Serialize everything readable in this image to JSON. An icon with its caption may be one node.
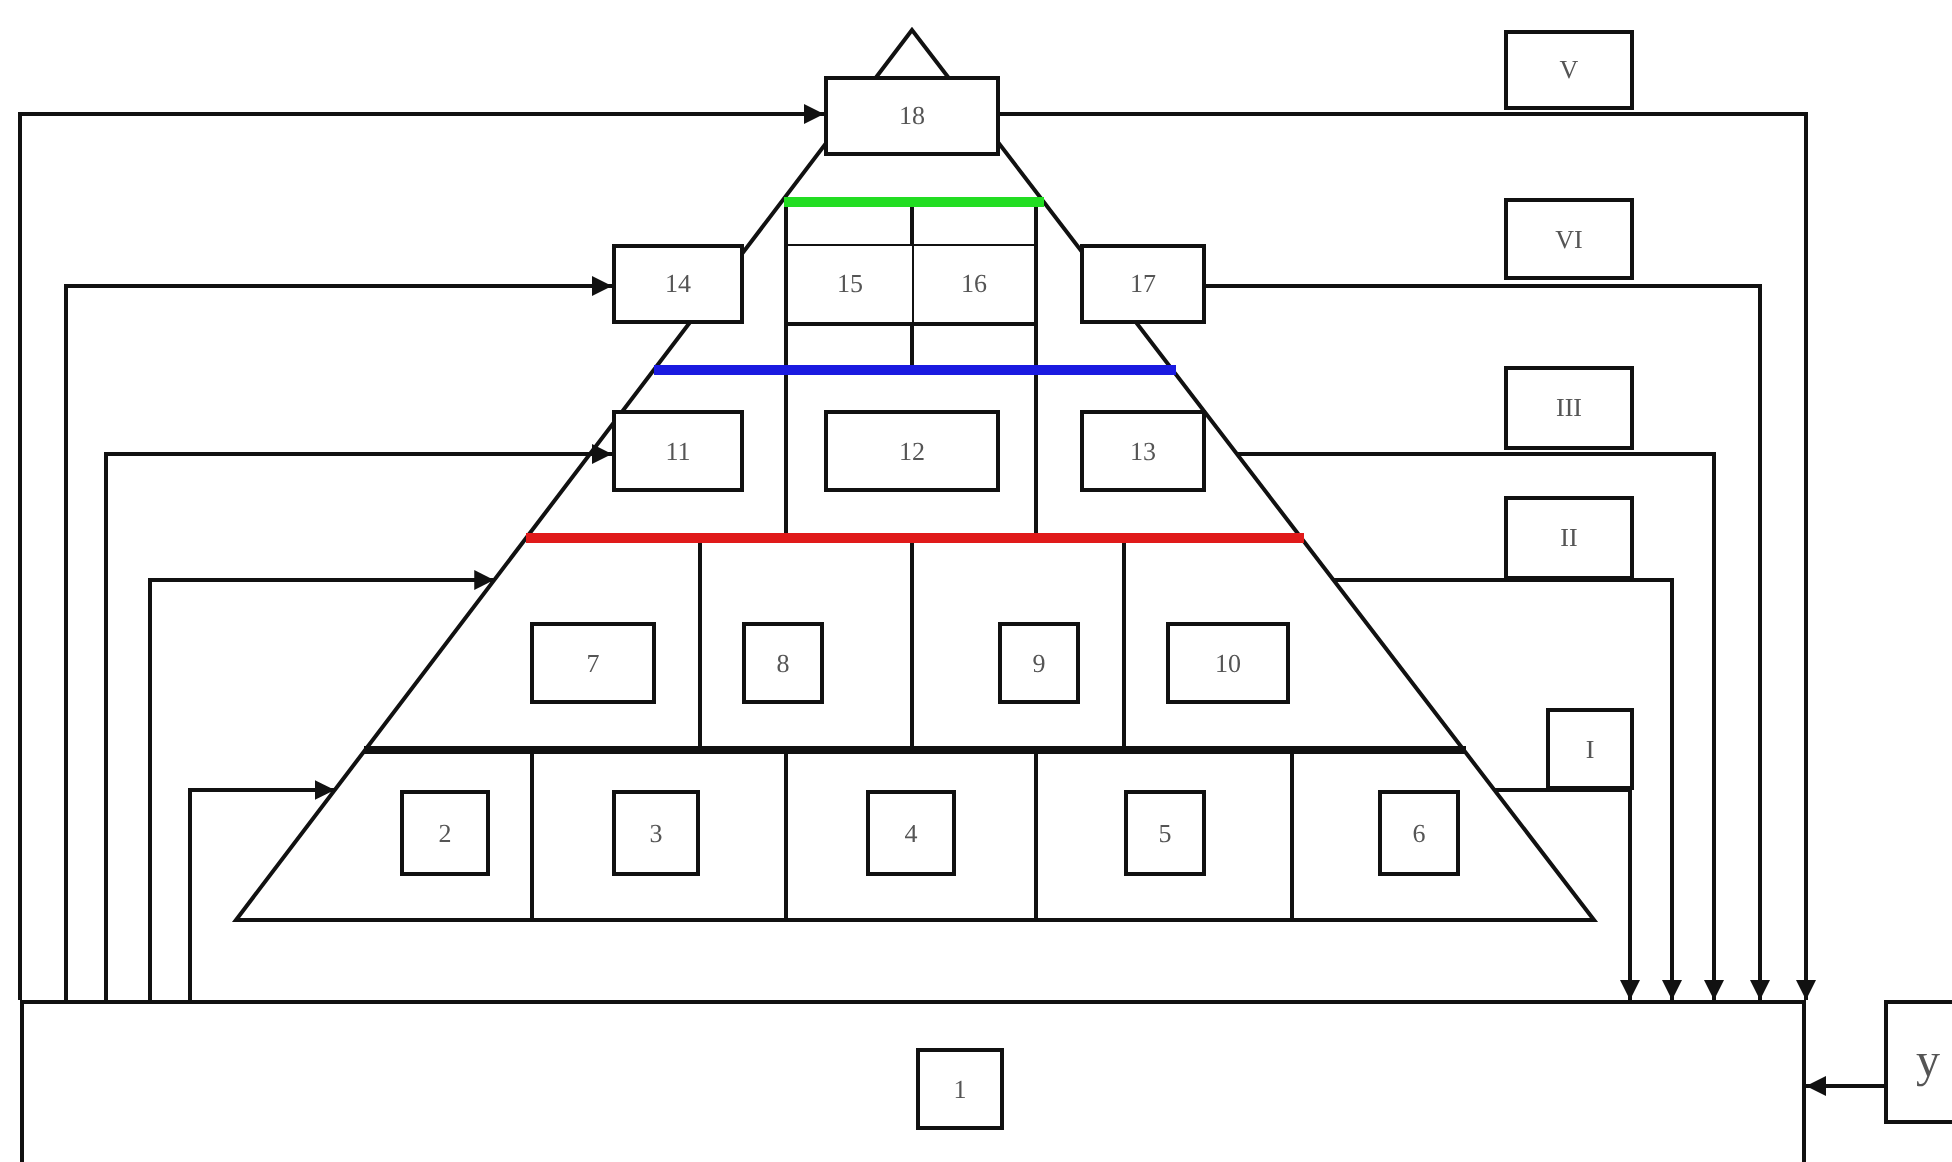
{
  "diagram": {
    "nodes": [
      {
        "text": [],
        "shape": "box"
      },
      {
        "text": [
          "1"
        ],
        "in": 0
      },
      {
        "text": [],
        "shape": "triangle"
      },
      {
        "text": [
          "2"
        ],
        "in": 2
      },
      {
        "text": [
          "3"
        ],
        "in": 2
      },
      {
        "text": [
          "4"
        ],
        "in": 2
      },
      {
        "text": [
          "5"
        ],
        "in": 2
      },
      {
        "text": [
          "6"
        ],
        "in": 2
      },
      {
        "text": [
          "7"
        ],
        "in": 2
      },
      {
        "text": [
          "8"
        ],
        "in": 2
      },
      {
        "text": [
          "9"
        ],
        "in": 2
      },
      {
        "text": [
          "10"
        ],
        "in": 2
      },
      {
        "text": [
          "11"
        ],
        "in": 2
      },
      {
        "text": [
          "12"
        ],
        "in": 2
      },
      {
        "text": [
          "13"
        ],
        "in": 2
      },
      {
        "text": [
          "14"
        ]
      },
      {
        "text": [
          "15"
        ],
        "in": 2
      },
      {
        "text": [
          "16"
        ],
        "in": 2
      },
      {
        "text": [
          "17"
        ]
      },
      {
        "text": [
          "18"
        ],
        "in": 2
      },
      {
        "text": [
          "V"
        ]
      },
      {
        "text": [
          "VI"
        ]
      },
      {
        "text": [
          "III"
        ]
      },
      {
        "text": [
          "II"
        ]
      },
      {
        "text": [
          "I"
        ]
      },
      {
        "text": [
          "y"
        ]
      }
    ],
    "edges": [
      {
        "from": 0,
        "to": 19,
        "arrow": "to"
      },
      {
        "from": 0,
        "to": 15,
        "arrow": "to"
      },
      {
        "from": 0,
        "to": 12,
        "arrow": "to"
      },
      {
        "from": 0,
        "to": 2,
        "arrow": "to"
      },
      {
        "from": 0,
        "to": 2,
        "arrow": "to"
      },
      {
        "from": 19,
        "to": 0,
        "arrow": "to"
      },
      {
        "from": 18,
        "to": 0,
        "arrow": "to"
      },
      {
        "from": 2,
        "to": 0,
        "arrow": "to"
      },
      {
        "from": 2,
        "to": 0,
        "arrow": "to"
      },
      {
        "from": 2,
        "to": 0,
        "arrow": "to"
      },
      {
        "from": 25,
        "to": 0,
        "arrow": "to"
      }
    ]
  }
}
